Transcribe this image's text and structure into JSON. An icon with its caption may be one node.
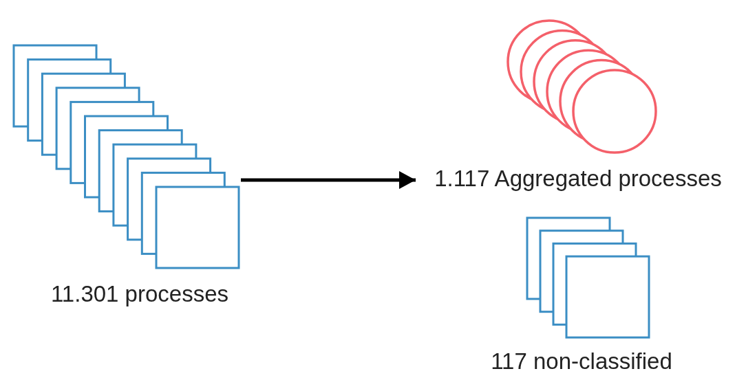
{
  "diagram": {
    "nodes": [
      {
        "text": [
          "11.301 processes"
        ]
      },
      {
        "text": [
          "1.117 Aggregated processes"
        ]
      },
      {
        "text": [
          "117 non-classified"
        ]
      }
    ],
    "edges": [
      {
        "from": 0,
        "to": 1,
        "arrow": "to"
      }
    ]
  }
}
